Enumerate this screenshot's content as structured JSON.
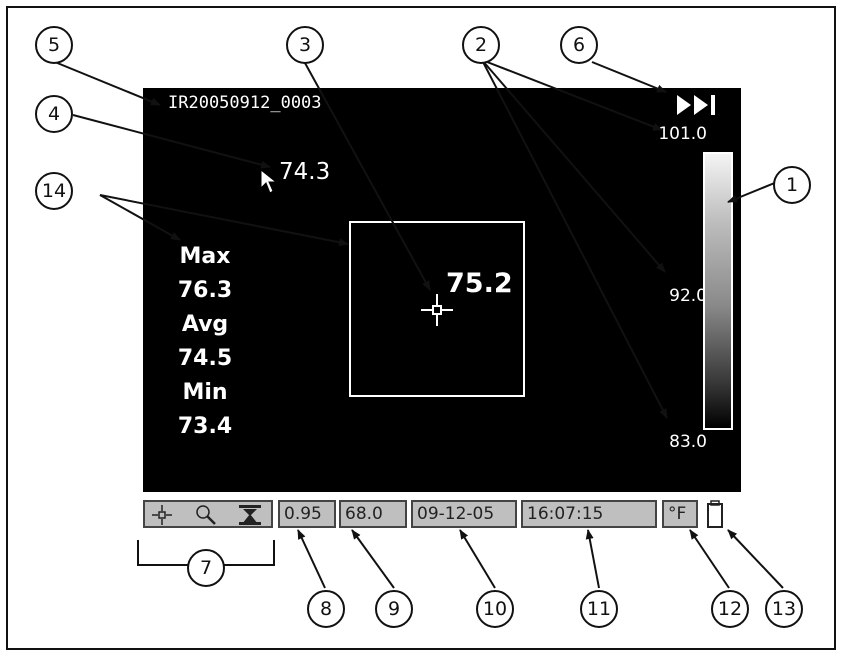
{
  "screen": {
    "filename": "IR20050912_0003",
    "spot_temp": "74.3",
    "center_temp": "75.2",
    "stats": [
      "Max",
      "76.3",
      "Avg",
      "74.5",
      "Min",
      "73.4"
    ],
    "scale": {
      "max": "101.0",
      "mid": "92.0",
      "min": "83.0"
    },
    "play_icon": "fast-forward-end-icon"
  },
  "statusbar": {
    "tool_icons": [
      "crosshair-icon",
      "zoom-icon",
      "level-span-icon"
    ],
    "emissivity": "0.95",
    "background_temp": "68.0",
    "date": "09-12-05",
    "time": "16:07:15",
    "units": "°F",
    "battery_icon": "battery-icon"
  },
  "callouts": [
    "1",
    "2",
    "3",
    "4",
    "5",
    "6",
    "7",
    "8",
    "9",
    "10",
    "11",
    "12",
    "13",
    "14"
  ]
}
